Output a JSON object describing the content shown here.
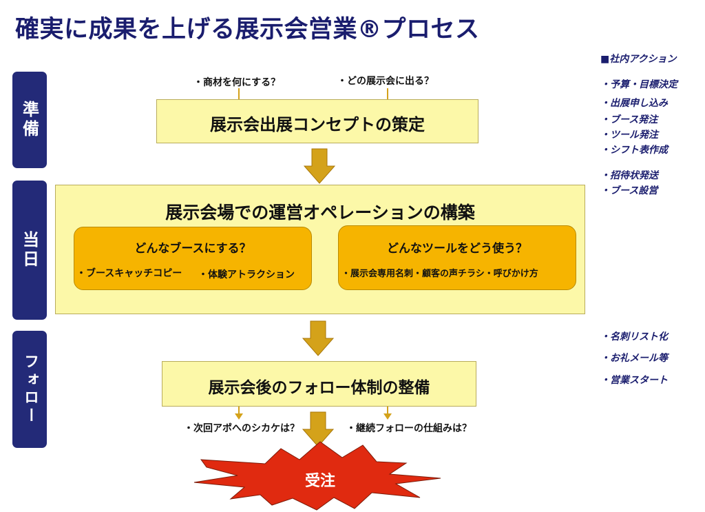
{
  "title": "確実に成果を上げる展示会営業®プロセス",
  "phases": {
    "prep": "準備",
    "day": "当日",
    "follow": "フォロー"
  },
  "prep": {
    "q1": "・商材を何にする？",
    "q2": "・どの展示会に出る？",
    "box": "展示会出展コンセプトの策定"
  },
  "day": {
    "box": "展示会場での運営オペレーションの構築",
    "booth": {
      "question": "どんなブースにする？",
      "item1": "・ブースキャッチコピー",
      "item2": "・体験アトラクション"
    },
    "tools": {
      "question": "どんなツールをどう使う？",
      "items": "・展示会専用名刺・顧客の声チラシ・呼びかけ方"
    }
  },
  "follow": {
    "box": "展示会後のフォロー体制の整備",
    "q1": "・次回アポへのシカケは？",
    "q2": "・継続フォローの仕組みは？"
  },
  "goal": "受注",
  "side": {
    "header": "■社内アクション",
    "prep_actions": [
      "・予算・目標決定",
      "・出展申し込み",
      "・ブース発注",
      "・ツール発注",
      "・シフト表作成"
    ],
    "day_actions": [
      "・招待状発送",
      "・ブース設営"
    ],
    "follow_actions": [
      "・名刺リスト化",
      "・お礼メール等",
      "・営業スタート"
    ]
  },
  "colors": {
    "navy": "#232a78",
    "box_fill": "#fcf8a8",
    "sub_fill": "#f6b400",
    "arrow": "#d4a21a",
    "burst": "#e02a10"
  }
}
